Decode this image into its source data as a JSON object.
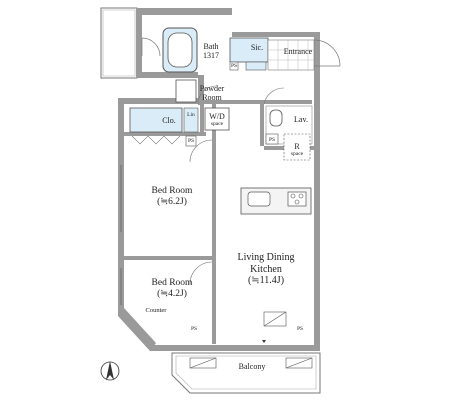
{
  "plan": {
    "rooms": {
      "bath": [
        "Bath",
        "1317"
      ],
      "sic": "Sic.",
      "entrance": "Entrance",
      "powder_room": [
        "Powder",
        "Room"
      ],
      "wd_space": [
        "W/D",
        "space"
      ],
      "lav": "Lav.",
      "clo": "Clo.",
      "lin": "Lin",
      "r_space": [
        "R",
        "space"
      ],
      "bedroom_1": [
        "Bed Room",
        "(≒6.2J)"
      ],
      "bedroom_2": [
        "Bed Room",
        "(≒4.2J)"
      ],
      "ldk": [
        "Living Dining",
        "Kitchen",
        "(≒11.4J)"
      ],
      "counter": "Counter",
      "balcony": "Balcony"
    },
    "ps_label": "PS"
  },
  "colors": {
    "wet_area": "#d9ecf7",
    "wall": "#9a9a9a",
    "wall_dark": "#6e6e6e",
    "line": "#555555",
    "floor": "#ffffff"
  }
}
